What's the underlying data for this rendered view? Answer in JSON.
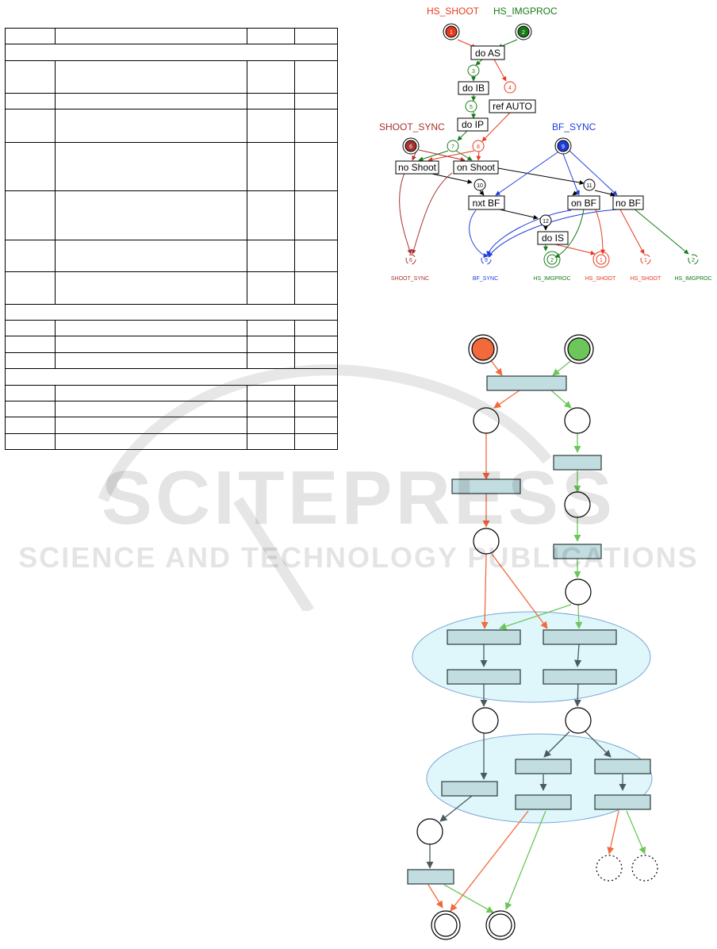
{
  "watermark": {
    "line1": "SCITEPRESS",
    "line2": "SCIENCE AND TECHNOLOGY PUBLICATIONS"
  },
  "top_net": {
    "labels": {
      "hs_shoot": "HS_SHOOT",
      "hs_imgproc": "HS_IMGPROC",
      "shoot_sync": "SHOOT_SYNC",
      "bf_sync": "BF_SYNC"
    },
    "transitions": {
      "do_as": "do AS",
      "do_ib": "do IB",
      "ref_auto": "ref AUTO",
      "do_ip": "do IP",
      "no_shoot": "no Shoot",
      "on_shoot": "on Shoot",
      "nxt_bf": "nxt BF",
      "on_bf": "on BF",
      "no_bf": "no BF",
      "do_is": "do IS"
    },
    "places": [
      "1",
      "2",
      "3",
      "4",
      "5",
      "6",
      "7",
      "8",
      "9",
      "10",
      "11",
      "12"
    ],
    "exit_places": [
      "6",
      "9",
      "2",
      "1",
      "1",
      "2"
    ],
    "exit_labels": [
      "SHOOT_SYNC",
      "BF_SYNC",
      "HS_IMGPROC",
      "HS_SHOOT",
      "HS_SHOOT",
      "HS_IMGPROC"
    ],
    "colors": {
      "shoot": "#e8391d",
      "imgproc": "#167a16",
      "shoot_sync": "#a8322d",
      "bf_sync": "#1e3cdc",
      "neutral": "#000000"
    }
  },
  "bottom_net": {
    "colors": {
      "shoot": "#f26a3b",
      "imgproc": "#6cc65a",
      "neutral": "#4a5a5e",
      "transition_fill": "#c2dde0",
      "cluster_fill": "#dff6fb",
      "cluster_stroke": "#7aa7d4"
    }
  }
}
